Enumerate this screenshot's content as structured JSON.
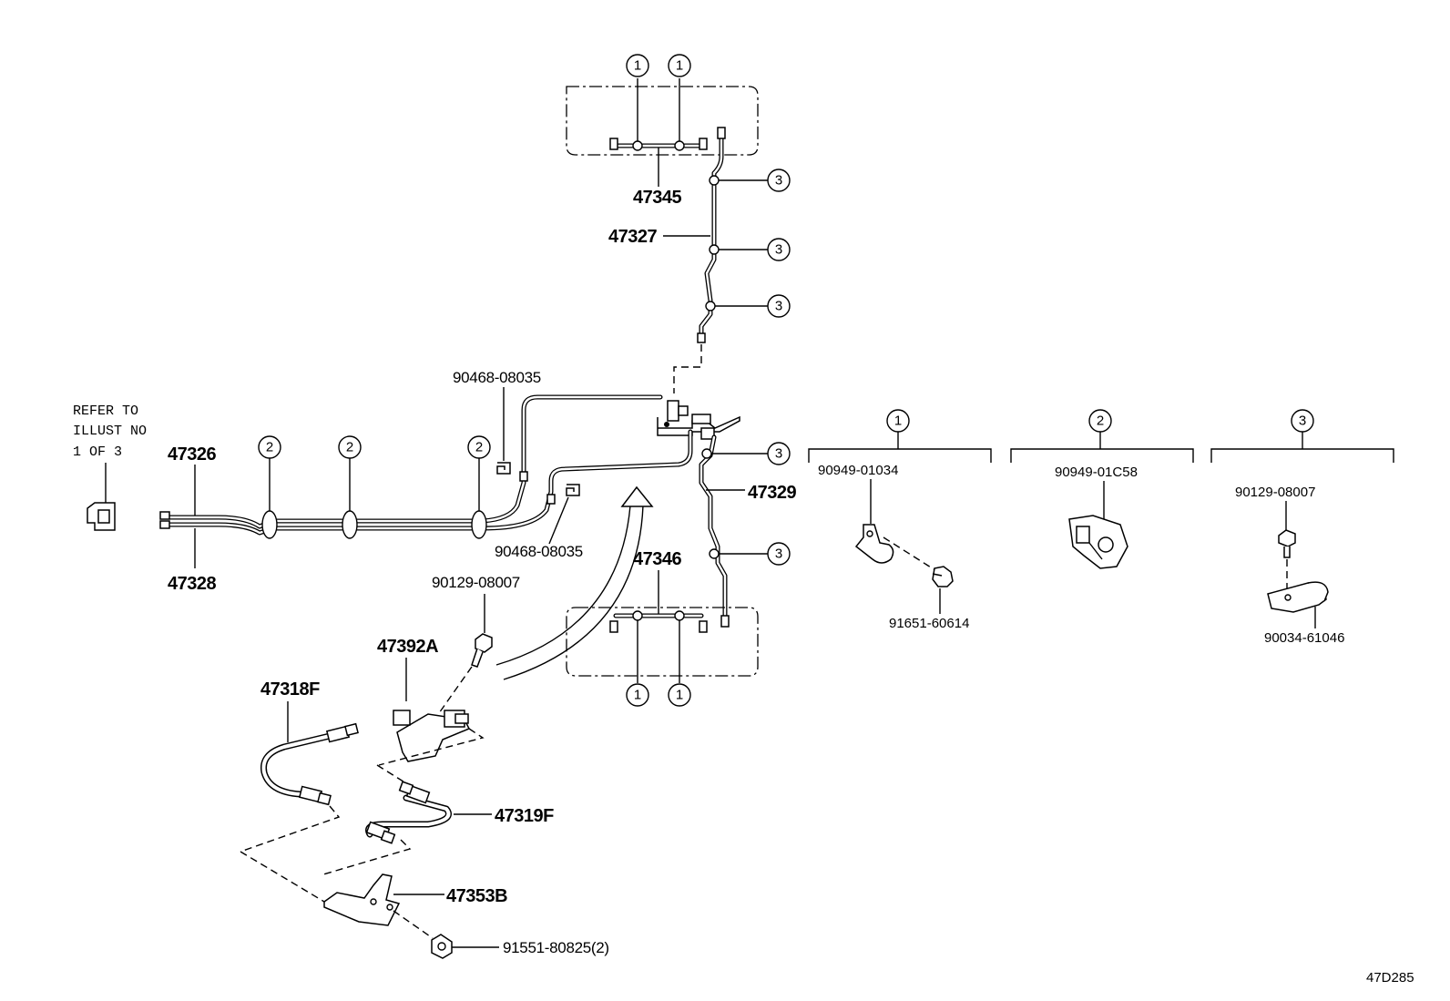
{
  "labels": {
    "p47345": "47345",
    "p47327": "47327",
    "p47326": "47326",
    "p47328": "47328",
    "p47329": "47329",
    "p47346": "47346",
    "p47392A": "47392A",
    "p47318F": "47318F",
    "p47319F": "47319F",
    "p47353B": "47353B",
    "c90468a": "90468-08035",
    "c90468b": "90468-08035",
    "c90129a": "90129-08007",
    "c91551": "91551-80825(2)",
    "c90949_01034": "90949-01034",
    "c91651": "91651-60614",
    "c90949_01C58": "90949-01C58",
    "c90129b": "90129-08007",
    "c90034": "90034-61046"
  },
  "refer": {
    "line1": "REFER TO",
    "line2": "ILLUST NO",
    "line3": "1 OF 3"
  },
  "callouts": {
    "one": "1",
    "two": "2",
    "three": "3"
  },
  "diagram_code": "47D285"
}
